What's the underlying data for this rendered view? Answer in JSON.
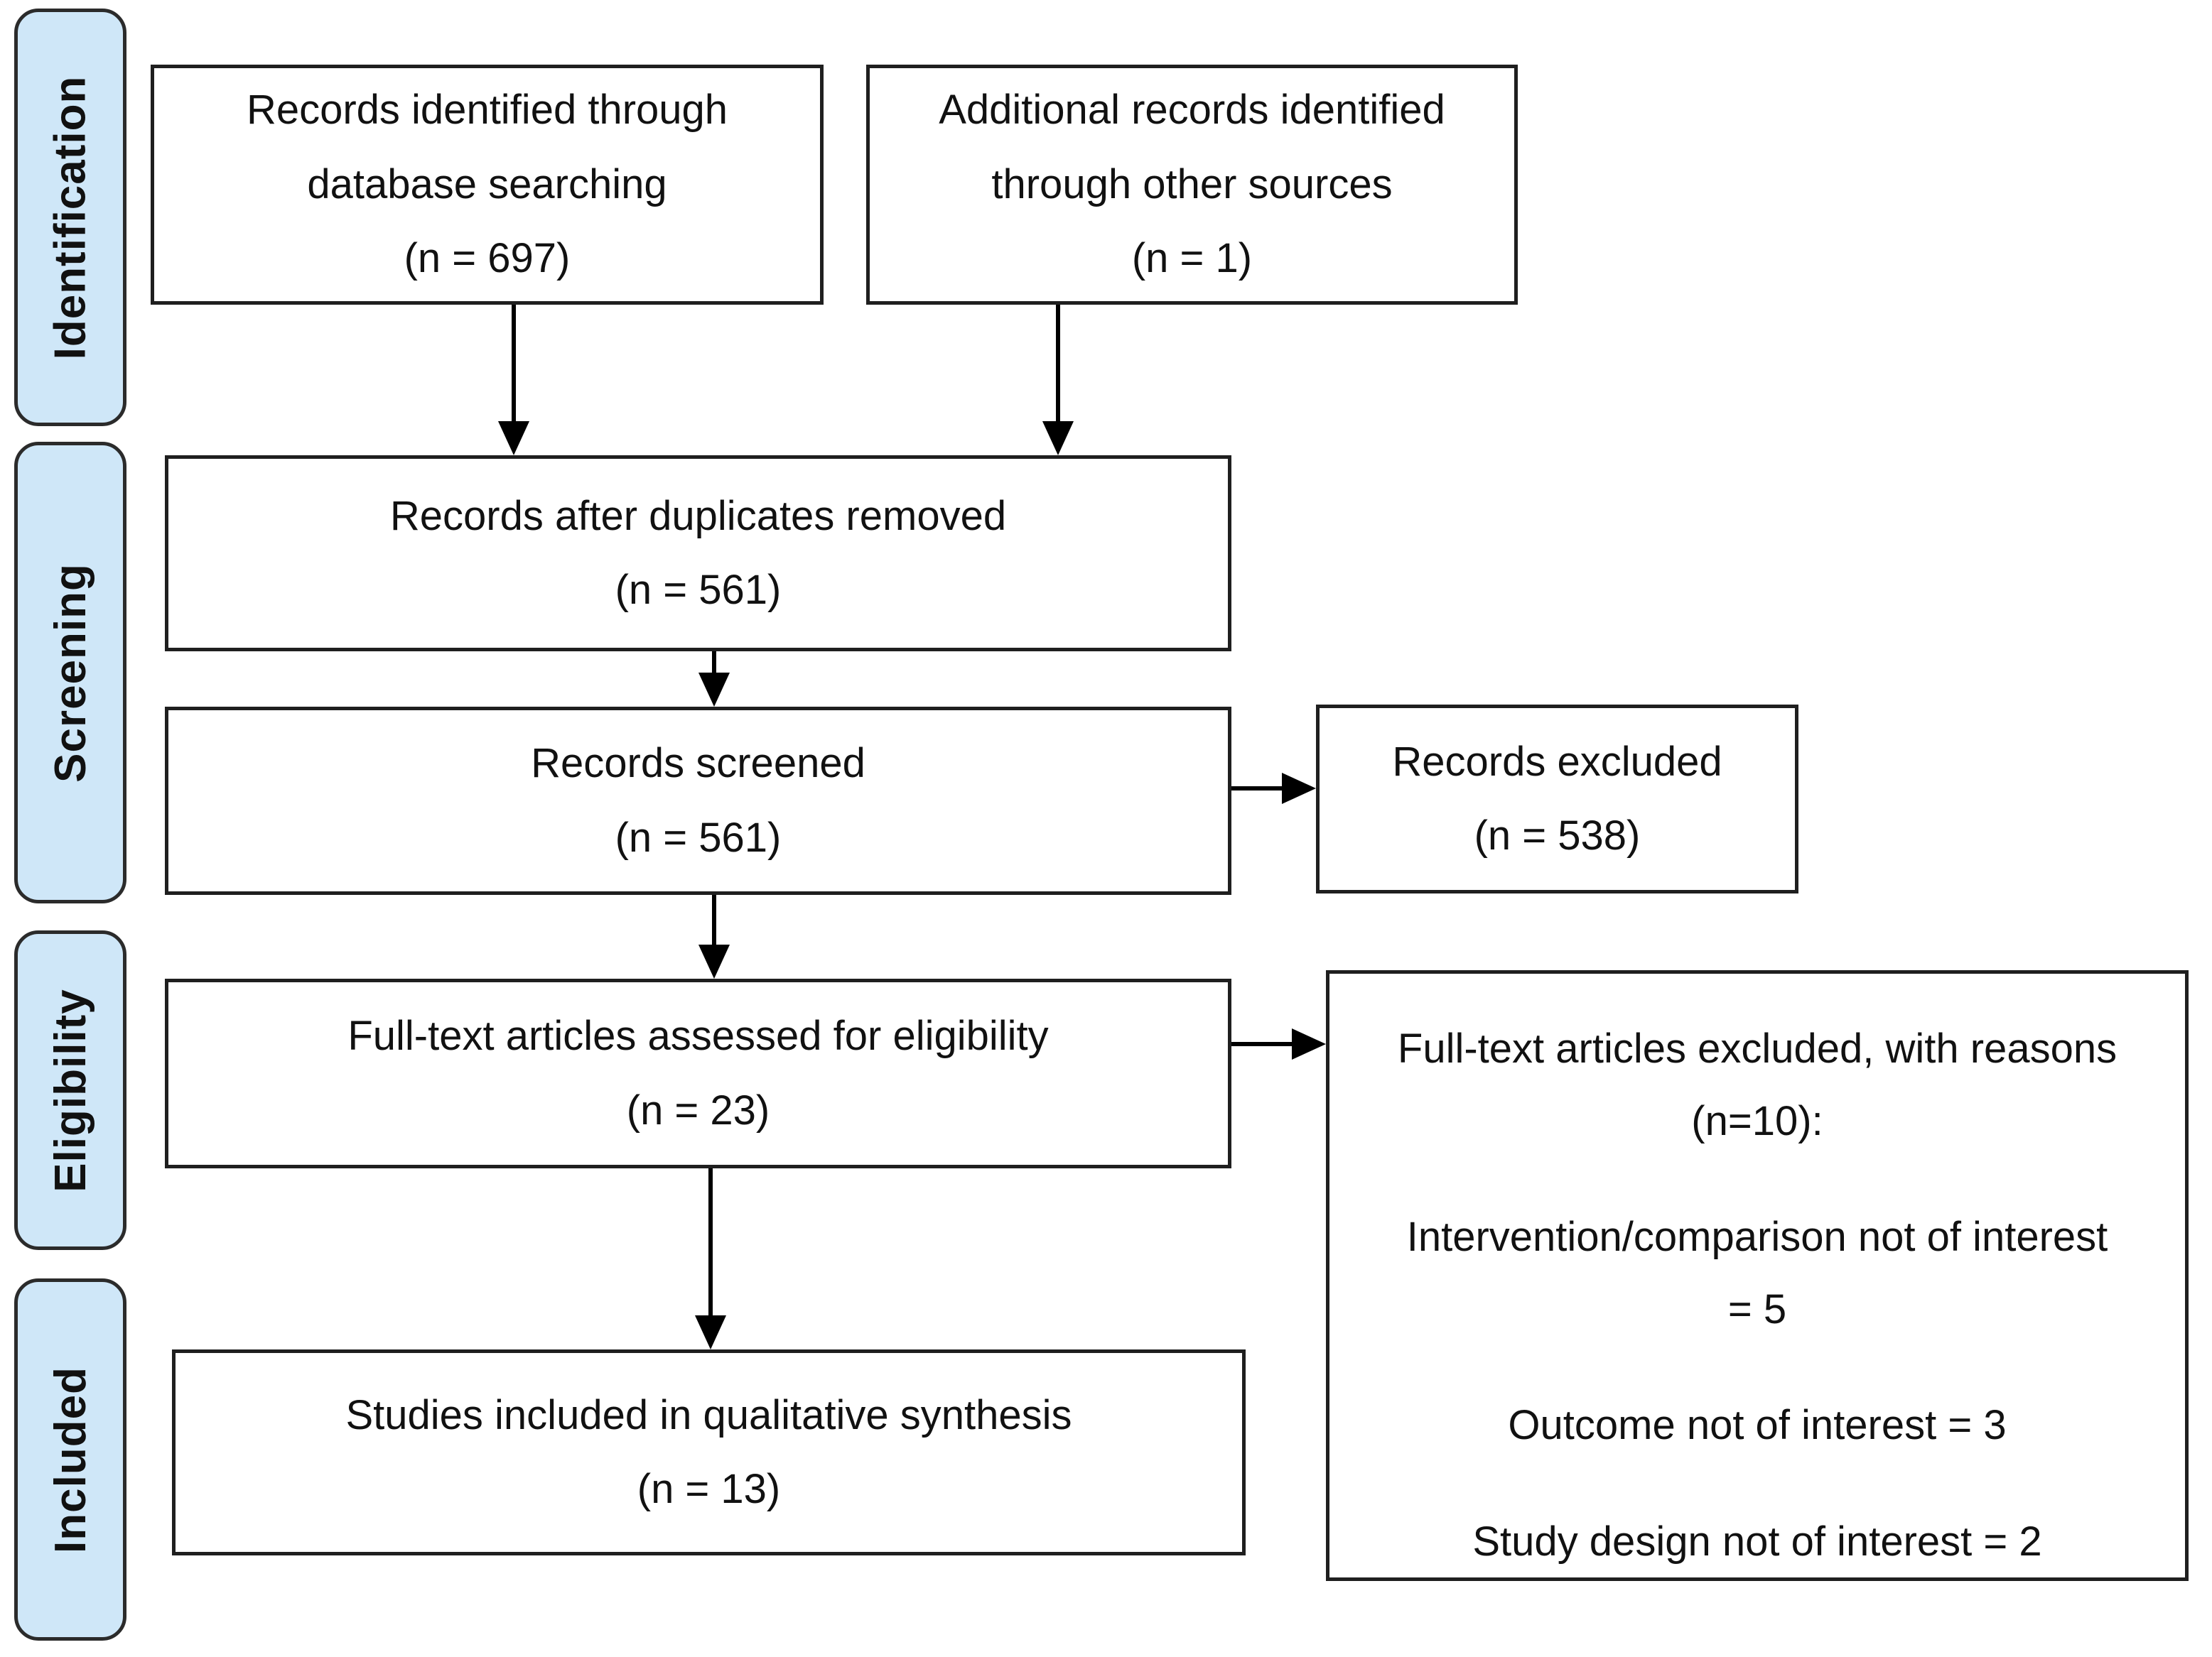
{
  "sidebar": {
    "stages": [
      {
        "id": "identification",
        "label": "Identification"
      },
      {
        "id": "screening",
        "label": "Screening"
      },
      {
        "id": "eligibility",
        "label": "Eligibility"
      },
      {
        "id": "included",
        "label": "Included"
      }
    ]
  },
  "flow": {
    "records_identified": "Records identified through\ndatabase searching\n(n = 697)",
    "additional_records": "Additional records identified\nthrough other sources\n(n = 1)",
    "after_duplicates": "Records after duplicates removed\n(n = 561)",
    "records_screened": "Records screened\n(n = 561)",
    "records_excluded": "Records excluded\n(n = 538)",
    "fulltext_assessed": "Full-text articles assessed for eligibility\n(n = 23)",
    "fulltext_excluded": {
      "paragraphs": [
        "Full-text articles excluded, with reasons\n(n=10):",
        "Intervention/comparison not of interest\n= 5",
        "Outcome not of interest = 3",
        "Study design not of interest = 2"
      ]
    },
    "studies_included": "Studies included in qualitative synthesis\n(n = 13)"
  },
  "counts": {
    "identified_database": 697,
    "identified_other_sources": 1,
    "after_duplicates_removed": 561,
    "screened": 561,
    "excluded_at_screening": 538,
    "fulltext_assessed": 23,
    "fulltext_excluded_total": 10,
    "excluded_intervention_comparison": 5,
    "excluded_outcome": 3,
    "excluded_study_design": 2,
    "included_qualitative_synthesis": 13
  },
  "colors": {
    "stage_fill": "#cfe7f8",
    "stage_border": "#2b2b2b",
    "box_fill": "#ffffff",
    "box_border": "#1f1f1f",
    "arrow": "#000000",
    "text": "#111111",
    "background": "#ffffff"
  }
}
